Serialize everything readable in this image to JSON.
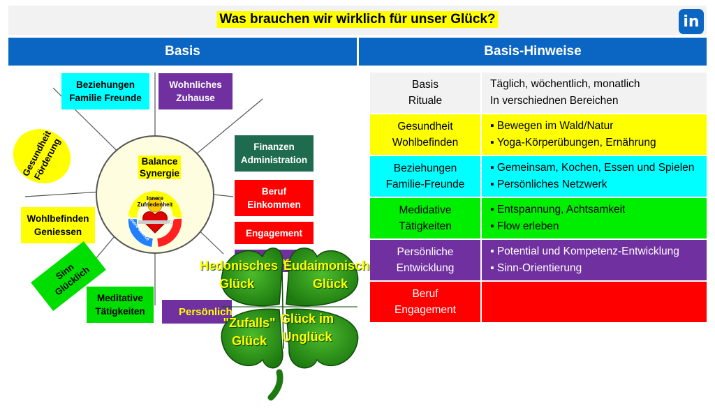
{
  "title": "Was brauchen wir wirklich für unser Glück?",
  "linkedin_label": "in",
  "headers": {
    "left": "Basis",
    "right": "Basis-Hinweise"
  },
  "center": {
    "line1": "Balance",
    "line2": "Synergie",
    "ring_top": "Innere Zufriedenheit",
    "ring_right": "Selbstliebe",
    "ring_left": "Innere Stärke"
  },
  "boxes": {
    "beziehungen": {
      "l1": "Beziehungen",
      "l2": "Familie Freunde",
      "color": "#00ffff"
    },
    "wohnliches": {
      "l1": "Wohnliches",
      "l2": "Zuhause",
      "color": "#7030a0"
    },
    "gesundheit": {
      "l1": "Gesundheit",
      "l2": "Förderung",
      "color": "#ffff00"
    },
    "finanzen": {
      "l1": "Finanzen",
      "l2": "Administration",
      "color": "#1f6b4f"
    },
    "beruf": {
      "l1": "Beruf",
      "l2": "Einkommen",
      "color": "#ff0000"
    },
    "engagement": {
      "l1": "Engagement",
      "color": "#ff0000"
    },
    "wohlbefinden": {
      "l1": "Wohlbefinden",
      "l2": "Geniessen",
      "color": "#ffff00"
    },
    "sinn": {
      "l1": "Sinn",
      "l2": "Glücklich",
      "color": "#00dd00"
    },
    "meditative": {
      "l1": "Meditative",
      "l2": "Tätigkeiten",
      "color": "#00dd00"
    },
    "persoenlich": {
      "l1": "Persönlich",
      "color": "#7030a0"
    },
    "partial_purple": {
      "l1": "ag",
      "color": "#7030a0"
    }
  },
  "clover": {
    "hedonisch": {
      "l1": "Hedonisches",
      "l2": "Glück"
    },
    "eudaimonisch": {
      "l1": "Eudaimonisches",
      "l2": "Glück"
    },
    "zufall": {
      "l1": "\"Zufalls\"",
      "l2": "Glück"
    },
    "unglueck": {
      "l1": "Glück im",
      "l2": "Unglück"
    }
  },
  "table": [
    {
      "left1": "Basis",
      "left2": "Rituale",
      "right": [
        "Täglich, wöchentlich, monatlich",
        "In verschiednen Bereichen"
      ],
      "bullets": false,
      "color": "#f2f2f2"
    },
    {
      "left1": "Gesundheit",
      "left2": "Wohlbefinden",
      "right": [
        "Bewegen im Wald/Natur",
        "Yoga-Körperübungen, Ernährung"
      ],
      "bullets": true,
      "color": "#ffff00"
    },
    {
      "left1": "Beziehungen",
      "left2": "Familie-Freunde",
      "right": [
        "Gemeinsam, Kochen, Essen und Spielen",
        "Persönliches Netzwerk"
      ],
      "bullets": true,
      "color": "#00ffff"
    },
    {
      "left1": "Medidative",
      "left2": "Tätigkeiten",
      "right": [
        "Entspannung, Achtsamkeit",
        "Flow erleben"
      ],
      "bullets": true,
      "color": "#00ee00"
    },
    {
      "left1": "Persönliche",
      "left2": "Entwicklung",
      "right": [
        "Potential und Kompetenz-Entwicklung",
        "Sinn-Orientierung"
      ],
      "bullets": true,
      "color": "#7030a0"
    },
    {
      "left1": "Beruf",
      "left2": "Engagement",
      "right": [],
      "bullets": false,
      "color": "#ff0000"
    }
  ]
}
